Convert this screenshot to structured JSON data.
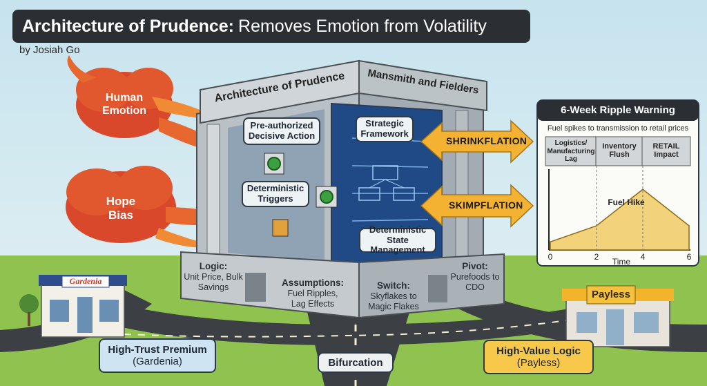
{
  "title": {
    "bold": "Architecture of Prudence:",
    "rest": "Removes Emotion from Volatility"
  },
  "byline": "by Josiah Go",
  "emotions": {
    "fire1": "Human Emotion",
    "fire2": "Hope Bias"
  },
  "building": {
    "roof_left": "Architecture of Prudence",
    "roof_right": "Mansmith and Fielders",
    "callouts": {
      "decisive": "Pre-authorized Decisive Action",
      "triggers": "Deterministic Triggers",
      "framework": "Strategic Framework",
      "state": "Deterministic State Management"
    },
    "plaques": {
      "logic": {
        "title": "Logic:",
        "text": "Unit Price, Bulk Savings"
      },
      "assumptions": {
        "title": "Assumptions:",
        "text": "Fuel Ripples, Lag Effects"
      },
      "switch": {
        "title": "Switch:",
        "text": "Skyflakes to Magic Flakes"
      },
      "pivot": {
        "title": "Pivot:",
        "text": "Purefoods to CDO"
      }
    }
  },
  "arrows": {
    "shrink": "SHRINKFLATION",
    "skimp": "SKIMPFLATION"
  },
  "ripple_panel": {
    "title": "6-Week Ripple Warning",
    "subtitle": "Fuel spikes to transmission to retail prices",
    "phases": [
      "Logistics/ Manufacturing Lag",
      "Inventory Flush",
      "RETAIL Impact"
    ],
    "annotation": "Fuel Hike"
  },
  "chart_data": {
    "type": "area",
    "title": "6-Week Ripple Warning",
    "xlabel": "Time",
    "ylabel": "",
    "x_ticks": [
      0,
      2,
      4,
      6
    ],
    "xlim": [
      0,
      6
    ],
    "ylim": [
      0,
      1
    ],
    "grid": false,
    "series": [
      {
        "x": [
          0,
          2,
          4,
          6
        ],
        "y": [
          0.1,
          0.3,
          0.75,
          0.3
        ]
      }
    ],
    "annotations": [
      "Fuel Hike"
    ]
  },
  "stores": {
    "left_sign": "Gardenia",
    "right_sign": "Payless"
  },
  "roads": {
    "left": {
      "title": "High-Trust Premium",
      "sub": "(Gardenia)"
    },
    "center": "Bifurcation",
    "right": {
      "title": "High-Value Logic",
      "sub": "(Payless)"
    }
  },
  "colors": {
    "banner": "#2b2f34",
    "fire": "#d9482a",
    "arrow": "#f4b233",
    "chart_fill": "#f2d27a",
    "grass": "#8fc24f",
    "road": "#3c3f44"
  }
}
